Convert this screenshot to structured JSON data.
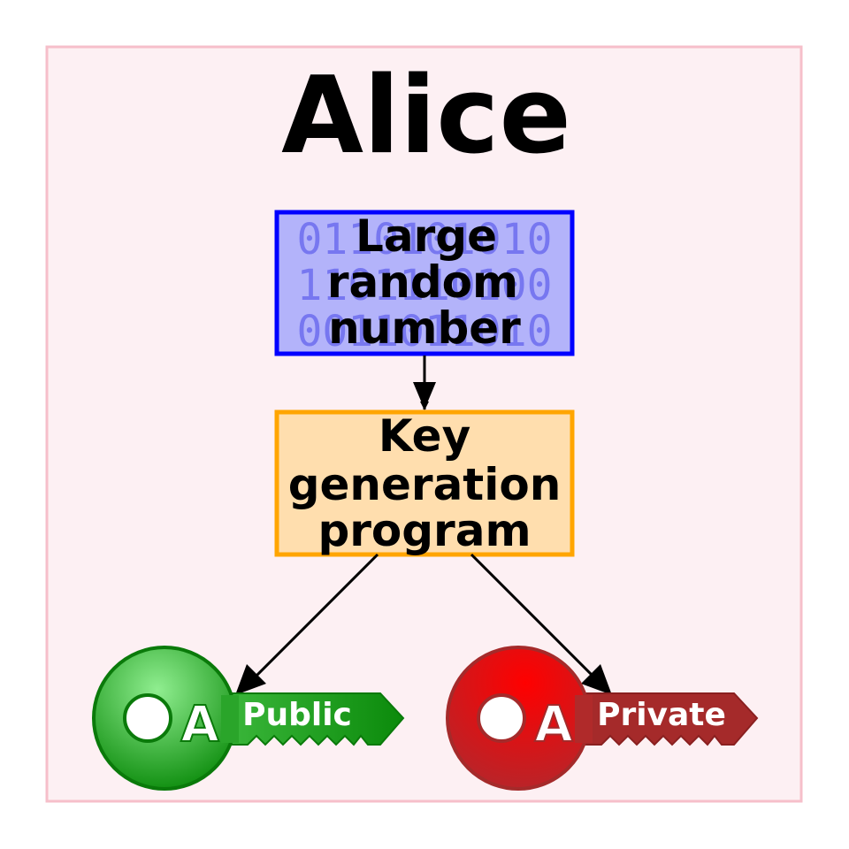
{
  "title": "Alice",
  "random_box": {
    "label_lines": [
      "Large",
      "random",
      "number"
    ],
    "binary_lines": [
      "0110101010",
      "1101110100",
      "0011011010"
    ],
    "fill": "#b3b3fa",
    "stroke": "#0000ff",
    "binary_color": "#7777f0"
  },
  "keygen_box": {
    "label_lines": [
      "Key",
      "generation",
      "program"
    ],
    "fill": "#ffdeae",
    "stroke": "#ffa500"
  },
  "public_key": {
    "letter": "A",
    "label": "Public",
    "color": "#1f9e1f",
    "color_light": "#90ee90",
    "color_dark": "#0a7a0a"
  },
  "private_key": {
    "letter": "A",
    "label": "Private",
    "color": "#d11a1a",
    "color_light": "#ff0000",
    "color_dark": "#a52a2a"
  },
  "frame": {
    "fill": "#fdf0f3",
    "stroke": "#f6bfca"
  }
}
